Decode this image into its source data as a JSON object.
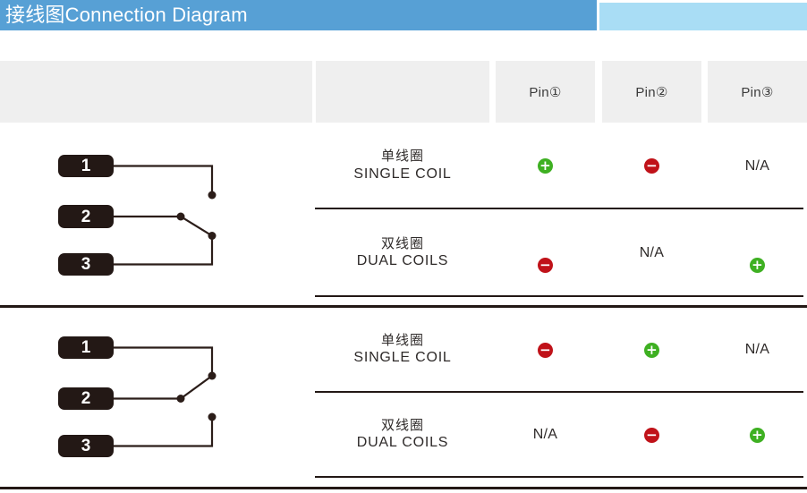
{
  "header": {
    "title": "接线图Connection Diagram",
    "bar_color": "#57a0d5",
    "accent_color": "#a9ddf5"
  },
  "table": {
    "pin_columns": [
      "Pin①",
      "Pin②",
      "Pin③"
    ]
  },
  "groups": [
    {
      "diagram": {
        "pins": [
          "1",
          "2",
          "3"
        ],
        "switch_connects": "2-3",
        "open_contact": "1"
      },
      "rows": [
        {
          "label_zh": "单线圈",
          "label_en": "SINGLE COIL",
          "cells": [
            "plus",
            "minus",
            "N/A"
          ]
        },
        {
          "label_zh": "双线圈",
          "label_en": "DUAL COILS",
          "cells": [
            "minus",
            "N/A",
            "plus"
          ]
        }
      ]
    },
    {
      "diagram": {
        "pins": [
          "1",
          "2",
          "3"
        ],
        "switch_connects": "1-2",
        "open_contact": "3"
      },
      "rows": [
        {
          "label_zh": "单线圈",
          "label_en": "SINGLE COIL",
          "cells": [
            "minus",
            "plus",
            "N/A"
          ]
        },
        {
          "label_zh": "双线圈",
          "label_en": "DUAL COILS",
          "cells": [
            "N/A",
            "minus",
            "plus"
          ]
        }
      ]
    }
  ],
  "colors": {
    "positive": "#3eb022",
    "negative": "#c01219",
    "header_gray": "#efefef",
    "diagram_ink": "#231815"
  },
  "symbols": {
    "plus_glyph": "+",
    "minus_glyph": "−"
  }
}
